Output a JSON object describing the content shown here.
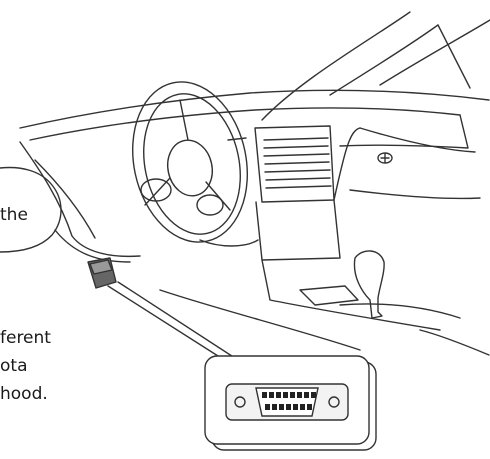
{
  "text_fragments": {
    "line_1": "the",
    "line_2": "ferent",
    "line_3": "ota",
    "line_4": "hood."
  },
  "icons": {
    "obd_port": "obd-port-icon",
    "connector": "obd-connector-icon",
    "car_interior": "car-dashboard-illustration"
  }
}
